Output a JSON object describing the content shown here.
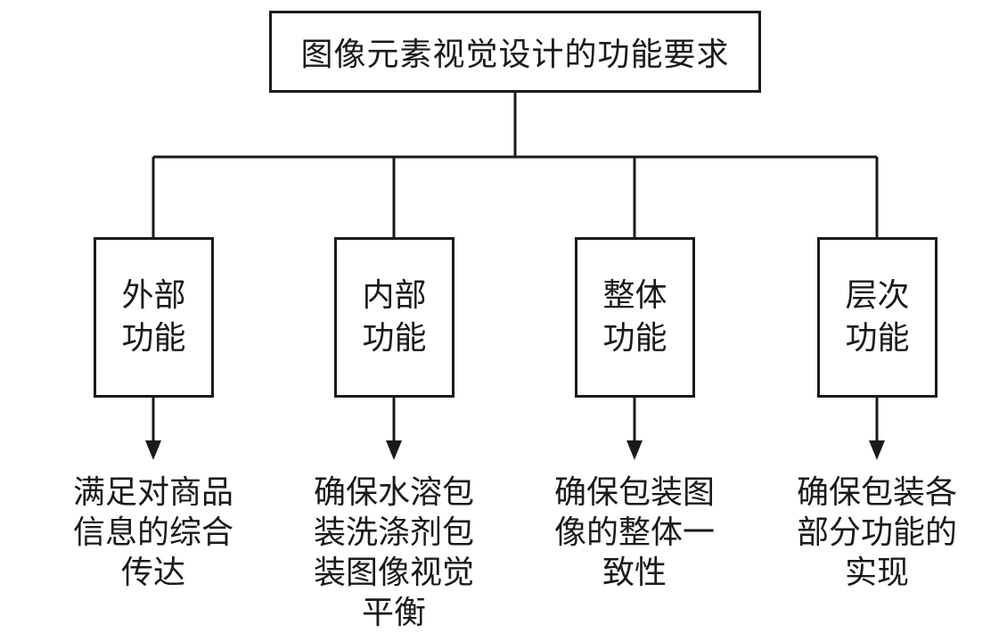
{
  "diagram": {
    "root": "图像元素视觉设计的功能要求",
    "branches": [
      {
        "title_lines": [
          "外部",
          "功能"
        ],
        "description_lines": [
          "满足对商品",
          "信息的综合",
          "传达"
        ]
      },
      {
        "title_lines": [
          "内部",
          "功能"
        ],
        "description_lines": [
          "确保水溶包",
          "装洗涤剂包",
          "装图像视觉",
          "平衡"
        ]
      },
      {
        "title_lines": [
          "整体",
          "功能"
        ],
        "description_lines": [
          "确保包装图",
          "像的整体一",
          "致性"
        ]
      },
      {
        "title_lines": [
          "层次",
          "功能"
        ],
        "description_lines": [
          "确保包装各",
          "部分功能的",
          "实现"
        ]
      }
    ]
  }
}
